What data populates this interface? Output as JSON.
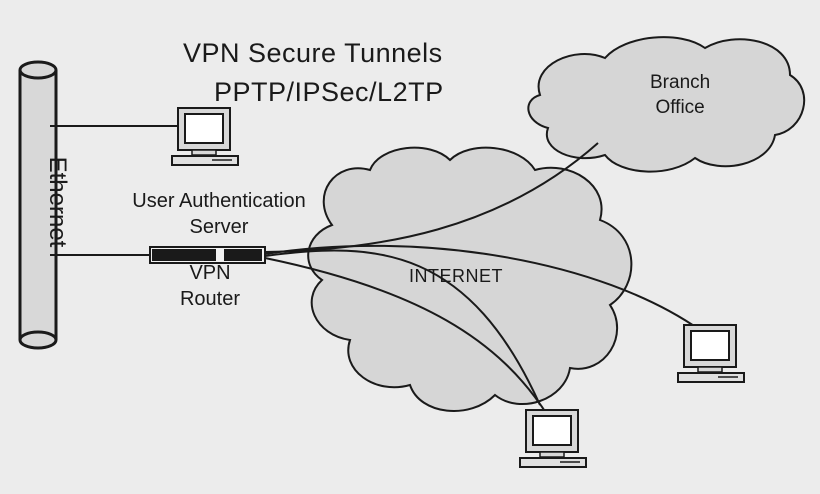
{
  "title": {
    "line1": "VPN Secure Tunnels",
    "line2": "PPTP/IPSec/L2TP"
  },
  "ethernet": {
    "label": "Ethernet"
  },
  "auth_server": {
    "label_line1": "User Authentication",
    "label_line2": "Server"
  },
  "vpn_router": {
    "label_line1": "VPN",
    "label_line2": "Router"
  },
  "internet": {
    "label": "INTERNET"
  },
  "branch_office": {
    "label_line1": "Branch",
    "label_line2": "Office"
  },
  "colors": {
    "background": "#ececec",
    "line": "#1a1a1a",
    "cloud_fill": "#d4d4d4",
    "screen_fill": "#ffffff"
  }
}
